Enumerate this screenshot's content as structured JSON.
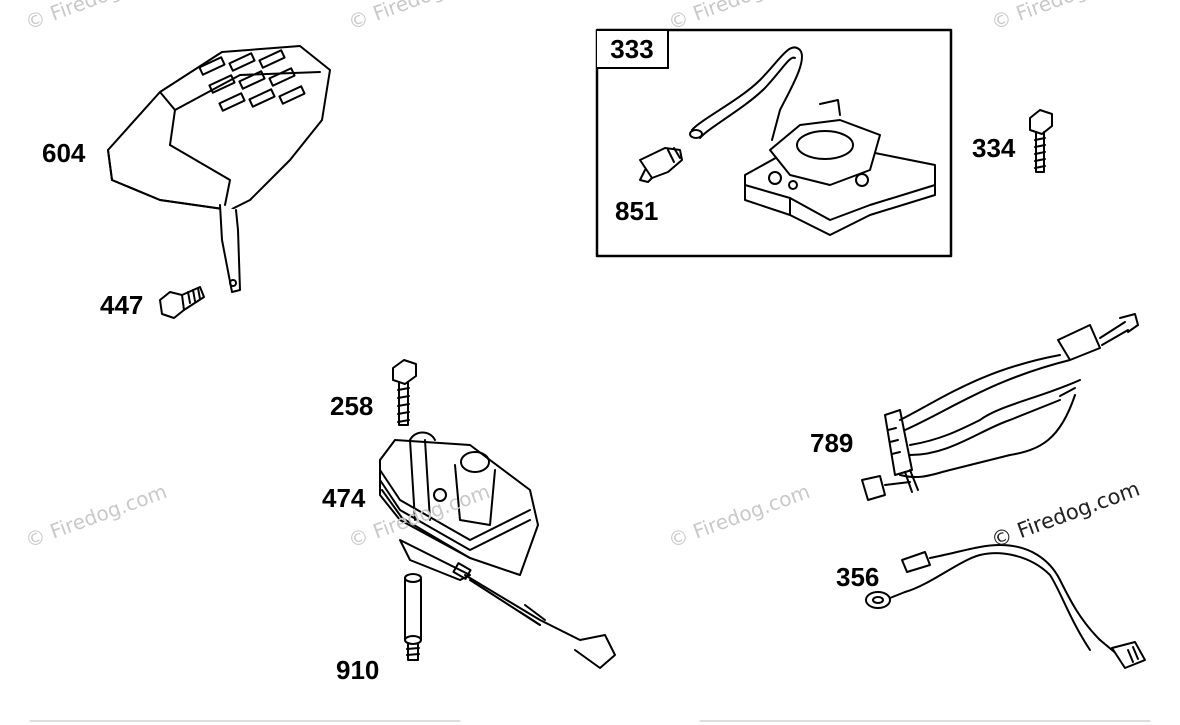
{
  "callouts": {
    "p604": "604",
    "p447": "447",
    "p333": "333",
    "p851": "851",
    "p334": "334",
    "p258": "258",
    "p474": "474",
    "p910": "910",
    "p789": "789",
    "p356": "356"
  },
  "watermarks": {
    "light": "© Firedog.com",
    "dark": "© Firedog.com"
  },
  "colors": {
    "ink": "#000000",
    "watermark": "#c9c9c9",
    "background": "#ffffff"
  }
}
